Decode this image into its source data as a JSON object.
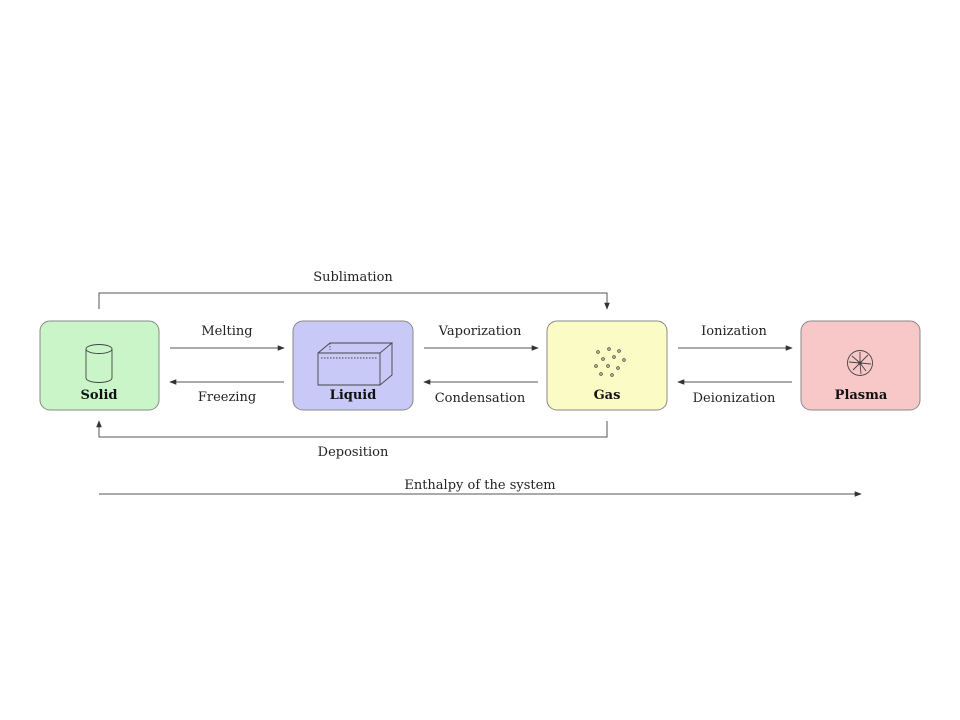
{
  "states": {
    "solid": {
      "label": "Solid",
      "fill": "#c9f5c8"
    },
    "liquid": {
      "label": "Liquid",
      "fill": "#c9c9f8"
    },
    "gas": {
      "label": "Gas",
      "fill": "#fbfbc6"
    },
    "plasma": {
      "label": "Plasma",
      "fill": "#f8c8c8"
    }
  },
  "transitions": {
    "sublimation": "Sublimation",
    "melting": "Melting",
    "freezing": "Freezing",
    "vaporization": "Vaporization",
    "condensation": "Condensation",
    "ionization": "Ionization",
    "deionization": "Deionization",
    "deposition": "Deposition"
  },
  "axis": {
    "label": "Enthalpy of the system"
  },
  "colors": {
    "stroke": "#555555",
    "box_border": "#888888"
  }
}
